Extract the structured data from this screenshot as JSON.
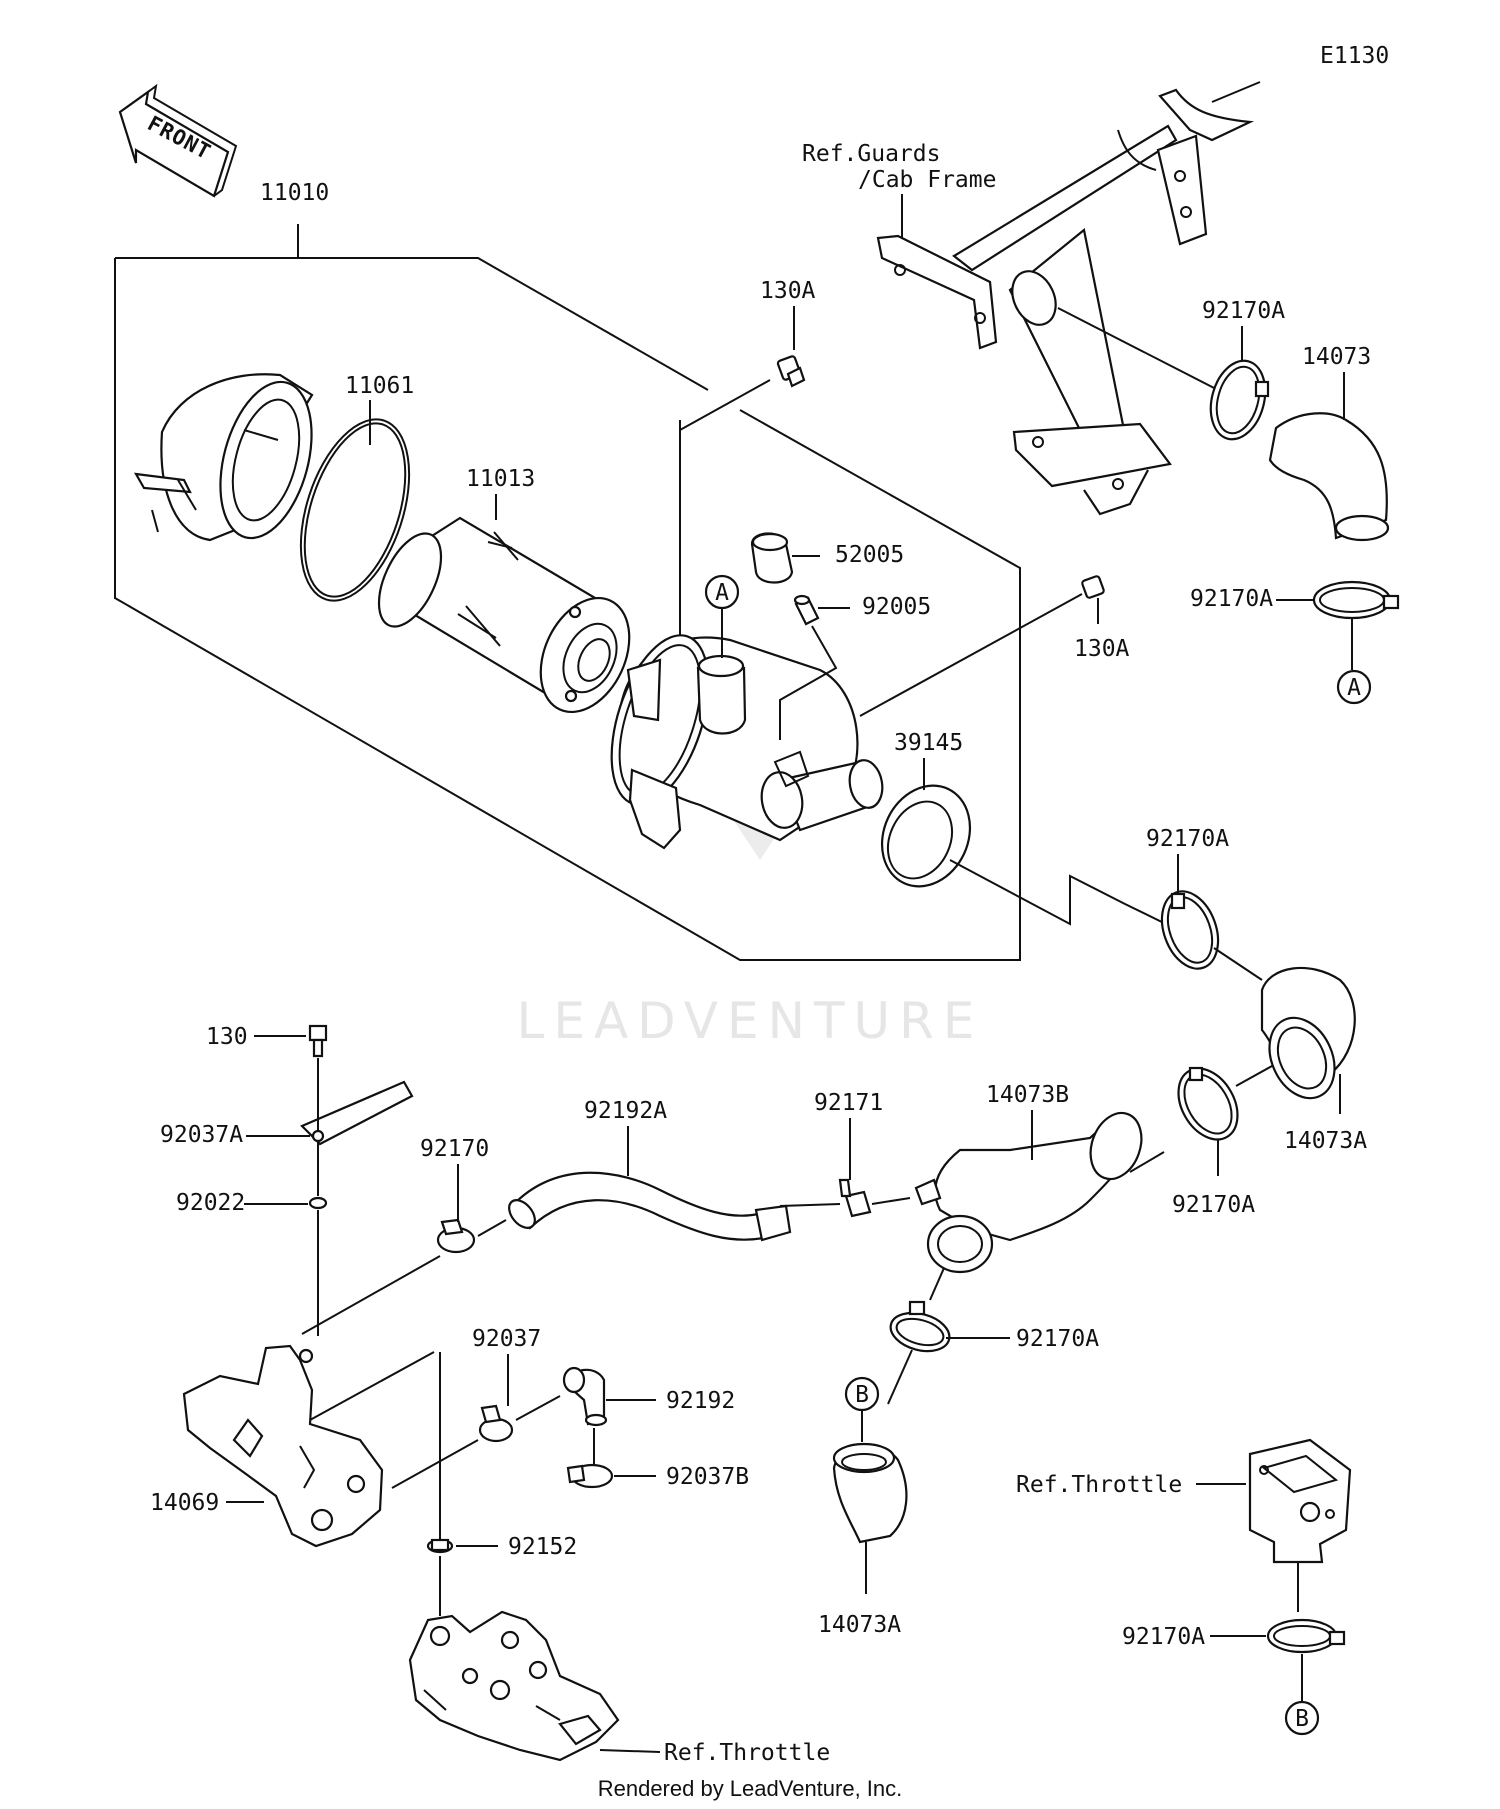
{
  "diagram_code": "E1130",
  "front_label": "FRONT",
  "watermark": "LEADVENTURE",
  "footer": "Rendered by LeadVenture, Inc.",
  "refs": {
    "guards_line1": "Ref.Guards",
    "guards_line2": "/Cab Frame",
    "throttle_right": "Ref.Throttle",
    "throttle_bottom": "Ref.Throttle"
  },
  "markers": {
    "a": "A",
    "b": "B"
  },
  "parts": {
    "p11010": "11010",
    "p11061": "11061",
    "p11013": "11013",
    "p130A_top": "130A",
    "p130A_right": "130A",
    "p52005": "52005",
    "p92005": "92005",
    "p39145": "39145",
    "p92170A_1": "92170A",
    "p14073": "14073",
    "p92170A_2": "92170A",
    "p92170A_3": "92170A",
    "p14073A_1": "14073A",
    "p92170A_4": "92170A",
    "p14073B": "14073B",
    "p92171": "92171",
    "p92192A": "92192A",
    "p92170": "92170",
    "p130": "130",
    "p92037A": "92037A",
    "p92022": "92022",
    "p92170A_5": "92170A",
    "p92037": "92037",
    "p92192": "92192",
    "p92037B": "92037B",
    "p14069": "14069",
    "p92152": "92152",
    "p14073A_2": "14073A",
    "p92170A_6": "92170A"
  }
}
